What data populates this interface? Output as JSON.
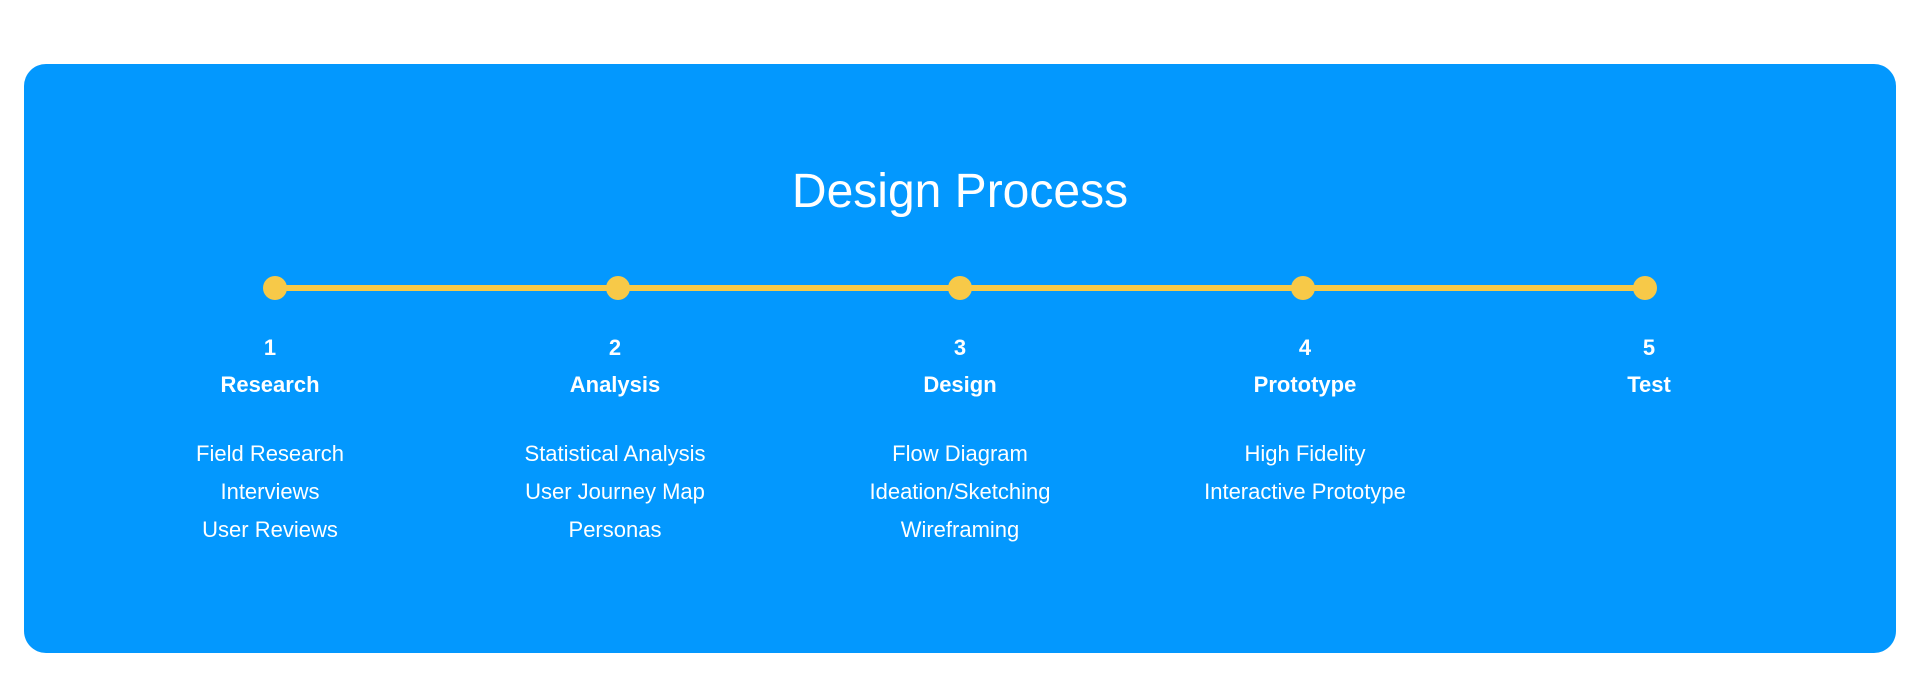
{
  "title": "Design Process",
  "colors": {
    "background": "#0398fe",
    "timeline": "#f7c948",
    "text": "#ffffff"
  },
  "steps": [
    {
      "number": "1",
      "name": "Research",
      "items": [
        "Field Research",
        "Interviews",
        "User Reviews"
      ]
    },
    {
      "number": "2",
      "name": "Analysis",
      "items": [
        "Statistical Analysis",
        "User Journey Map",
        "Personas"
      ]
    },
    {
      "number": "3",
      "name": "Design",
      "items": [
        "Flow Diagram",
        "Ideation/Sketching",
        "Wireframing"
      ]
    },
    {
      "number": "4",
      "name": "Prototype",
      "items": [
        "High Fidelity",
        "Interactive Prototype"
      ]
    },
    {
      "number": "5",
      "name": "Test",
      "items": []
    }
  ]
}
